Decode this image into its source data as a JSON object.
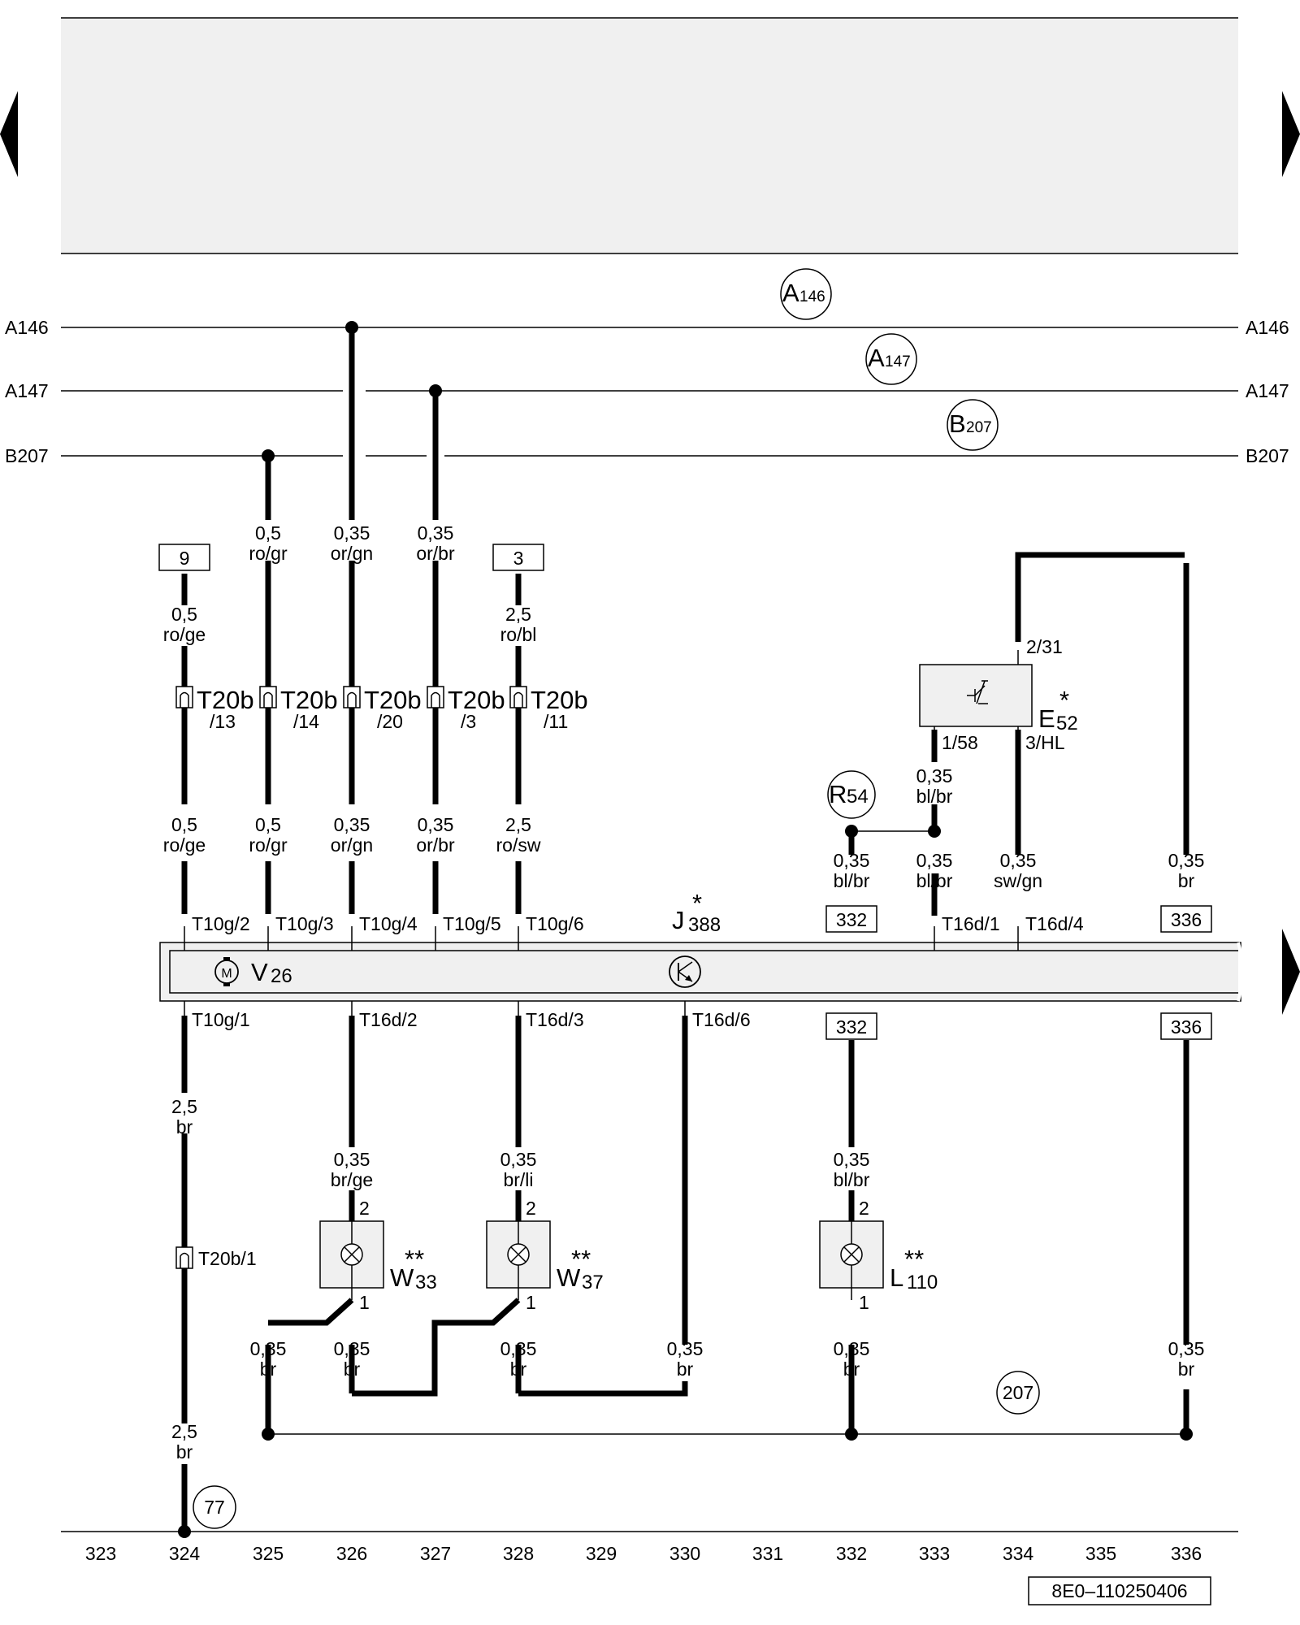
{
  "buses": [
    {
      "label": "A146",
      "badge": {
        "letter": "A",
        "num": "146"
      }
    },
    {
      "label": "A147",
      "badge": {
        "letter": "A",
        "num": "147"
      }
    },
    {
      "label": "B207",
      "badge": {
        "letter": "B",
        "num": "207"
      }
    }
  ],
  "ref_boxes": {
    "top_left": "9",
    "top_right": "3",
    "top_332": "332",
    "top_336": "336",
    "bot_332": "332",
    "bot_336": "336"
  },
  "wires": {
    "w324a": {
      "size": "0,5",
      "color": "ro/ge"
    },
    "w324b": {
      "size": "0,5",
      "color": "ro/ge"
    },
    "w325a": {
      "size": "0,5",
      "color": "ro/gr"
    },
    "w325b": {
      "size": "0,5",
      "color": "ro/gr"
    },
    "w326a": {
      "size": "0,35",
      "color": "or/gn"
    },
    "w326b": {
      "size": "0,35",
      "color": "or/gn"
    },
    "w327a": {
      "size": "0,35",
      "color": "or/br"
    },
    "w327b": {
      "size": "0,35",
      "color": "or/br"
    },
    "w328a": {
      "size": "2,5",
      "color": "ro/bl"
    },
    "w328b": {
      "size": "2,5",
      "color": "ro/sw"
    },
    "w332a": {
      "size": "0,35",
      "color": "bl/br"
    },
    "w333a": {
      "size": "0,35",
      "color": "bl/br"
    },
    "w333b": {
      "size": "0,35",
      "color": "bl/br"
    },
    "w334a": {
      "size": "0,35",
      "color": "sw/gn"
    },
    "w336a": {
      "size": "0,35",
      "color": "br"
    },
    "w324c": {
      "size": "2,5",
      "color": "br"
    },
    "w324d": {
      "size": "2,5",
      "color": "br"
    },
    "w326c": {
      "size": "0,35",
      "color": "br/ge"
    },
    "w328c": {
      "size": "0,35",
      "color": "br/li"
    },
    "w332c": {
      "size": "0,35",
      "color": "bl/br"
    },
    "w325d": {
      "size": "0,35",
      "color": "br"
    },
    "w326d": {
      "size": "0,35",
      "color": "br"
    },
    "w328d": {
      "size": "0,35",
      "color": "br"
    },
    "w330d": {
      "size": "0,35",
      "color": "br"
    },
    "w332d": {
      "size": "0,35",
      "color": "br"
    },
    "w336d": {
      "size": "0,35",
      "color": "br"
    }
  },
  "connectors": {
    "t20b_13": {
      "name": "T20b",
      "pin": "/13"
    },
    "t20b_14": {
      "name": "T20b",
      "pin": "/14"
    },
    "t20b_20": {
      "name": "T20b",
      "pin": "/20"
    },
    "t20b_3": {
      "name": "T20b",
      "pin": "/3"
    },
    "t20b_11": {
      "name": "T20b",
      "pin": "/11"
    },
    "t20b_1": "T20b/1",
    "t10g_1": "T10g/1",
    "t10g_2": "T10g/2",
    "t10g_3": "T10g/3",
    "t10g_4": "T10g/4",
    "t10g_5": "T10g/5",
    "t10g_6": "T10g/6",
    "t16d_1": "T16d/1",
    "t16d_2": "T16d/2",
    "t16d_3": "T16d/3",
    "t16d_4": "T16d/4",
    "t16d_6": "T16d/6"
  },
  "components": {
    "j388": {
      "letter": "J",
      "num": "388",
      "mark": "*"
    },
    "v26": {
      "letter": "V",
      "num": "26",
      "symbol": "M"
    },
    "e52": {
      "letter": "E",
      "num": "52",
      "mark": "*",
      "pin_top": "2/31",
      "pin_left": "1/58",
      "pin_right": "3/HL"
    },
    "r54": {
      "letter": "R",
      "num": "54"
    },
    "w33": {
      "letter": "W",
      "num": "33",
      "mark": "**",
      "pin_top": "2",
      "pin_bot": "1"
    },
    "w37": {
      "letter": "W",
      "num": "37",
      "mark": "**",
      "pin_top": "2",
      "pin_bot": "1"
    },
    "l110": {
      "letter": "L",
      "num": "110",
      "mark": "**",
      "pin_top": "2",
      "pin_bot": "1"
    }
  },
  "ground_points": {
    "g207": "207",
    "g77": "77"
  },
  "columns": [
    "323",
    "324",
    "325",
    "326",
    "327",
    "328",
    "329",
    "330",
    "331",
    "332",
    "333",
    "334",
    "335",
    "336"
  ],
  "doc_code": "8E0–110250406"
}
